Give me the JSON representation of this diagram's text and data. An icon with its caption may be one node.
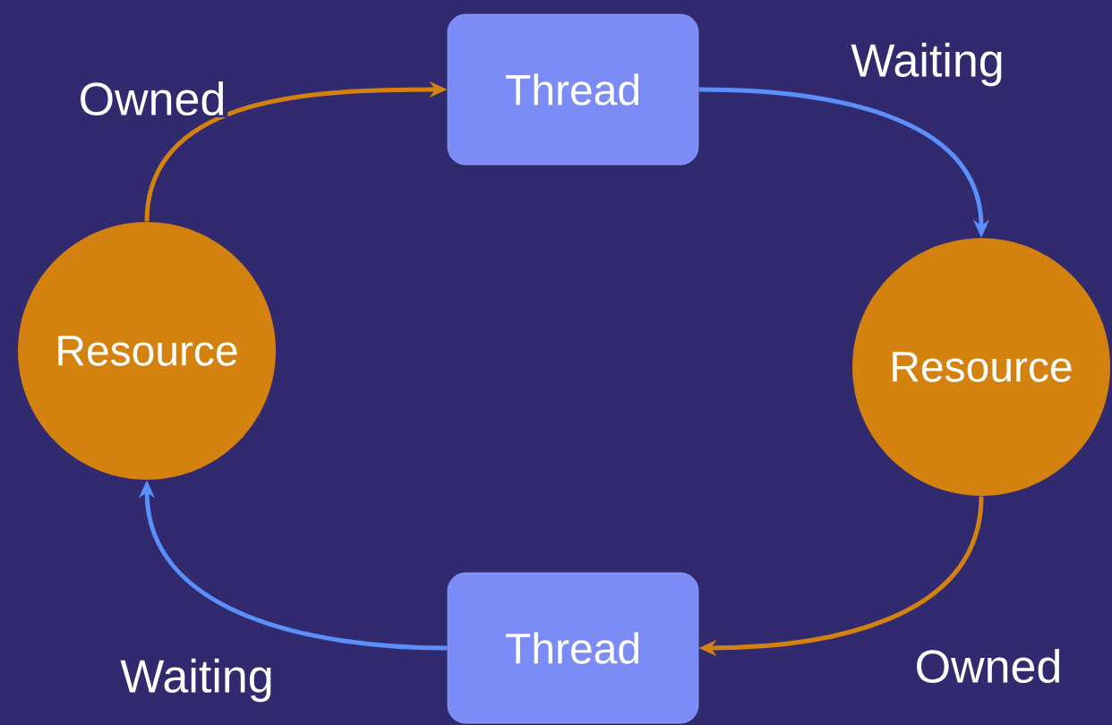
{
  "diagram": {
    "nodes": [
      {
        "text": [
          "Thread"
        ]
      },
      {
        "text": [
          "Resource"
        ]
      },
      {
        "text": [
          "Thread"
        ]
      },
      {
        "text": [
          "Resource"
        ]
      }
    ],
    "edges": [
      {
        "from": 0,
        "to": 1,
        "arrow": "to",
        "label": "Waiting",
        "color": "#5b8ff9"
      },
      {
        "from": 1,
        "to": 2,
        "arrow": "to",
        "label": "Owned",
        "color": "#d4820f"
      },
      {
        "from": 2,
        "to": 3,
        "arrow": "to",
        "label": "Waiting",
        "color": "#5b8ff9"
      },
      {
        "from": 3,
        "to": 0,
        "arrow": "to",
        "label": "Owned",
        "color": "#d4820f"
      }
    ]
  }
}
